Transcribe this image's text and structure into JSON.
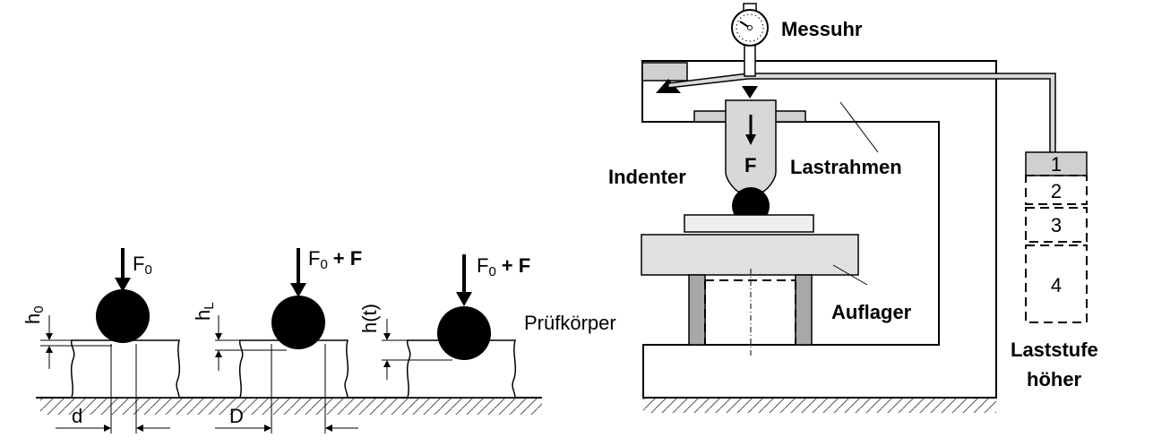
{
  "labels": {
    "messuhr": "Messuhr",
    "indenter": "Indenter",
    "force": "F",
    "lastrahmen": "Lastrahmen",
    "auflager": "Auflager",
    "pruefkoerper": "Prüfkörper",
    "laststufe": "Laststufe",
    "hoeher": "höher"
  },
  "load_steps": [
    "1",
    "2",
    "3",
    "4"
  ],
  "stages": [
    {
      "force_main": "F",
      "force_sub": "0",
      "force_extra": "",
      "height_main": "h",
      "height_sub": "0",
      "dim": "d"
    },
    {
      "force_main": "F",
      "force_sub": "0",
      "force_extra": "+ F",
      "height_main": "h",
      "height_sub": "L",
      "dim": "D"
    },
    {
      "force_main": "F",
      "force_sub": "0",
      "force_extra": "+ F",
      "height_main": "h(t)",
      "height_sub": "",
      "dim": ""
    }
  ]
}
